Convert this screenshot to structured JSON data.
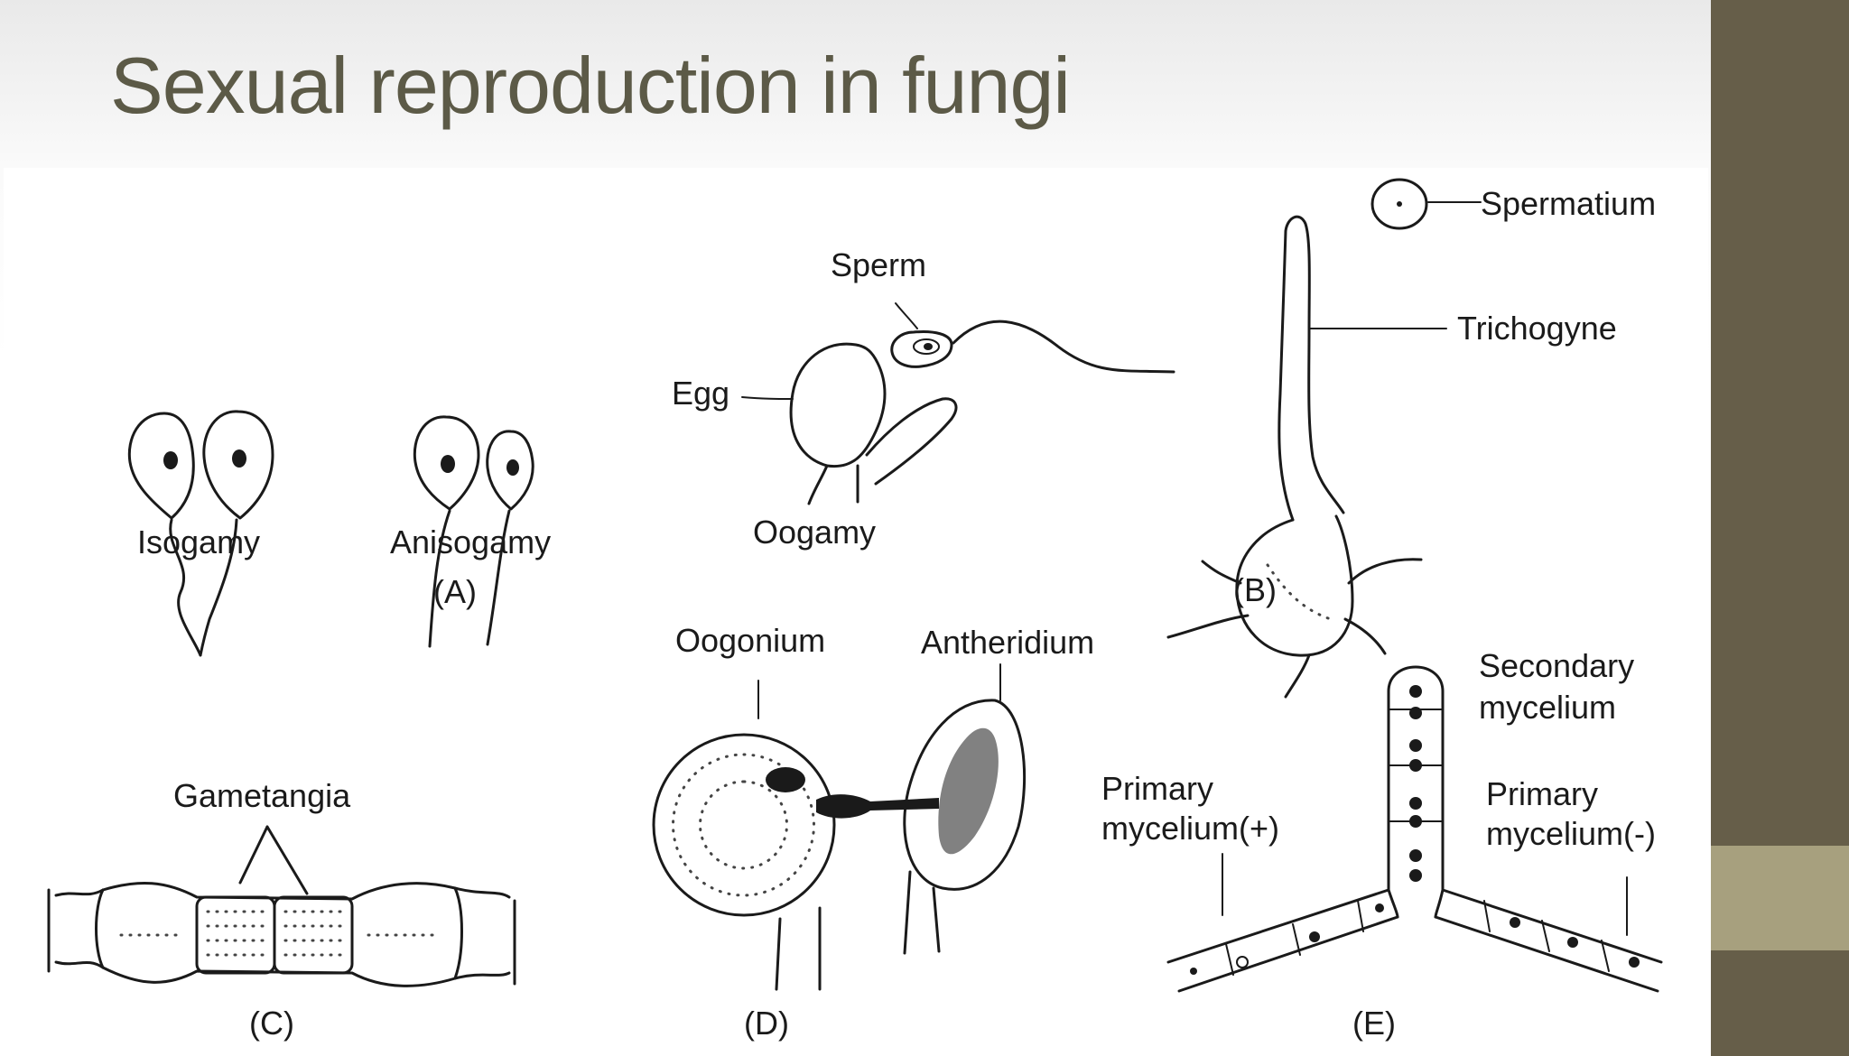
{
  "slide": {
    "title": "Sexual reproduction in fungi",
    "colors": {
      "title": "#5c5a47",
      "sidebar": "#665e49",
      "accent": "#a7a07e"
    }
  },
  "figure": {
    "panel_a": {
      "isogamy": "Isogamy",
      "anisogamy": "Anisogamy",
      "tag": "(A)"
    },
    "panel_oogamy": {
      "sperm": "Sperm",
      "egg": "Egg",
      "oogamy": "Oogamy"
    },
    "panel_b": {
      "spermatium": "Spermatium",
      "trichogyne": "Trichogyne",
      "tag": "(B)"
    },
    "panel_c": {
      "gametangia": "Gametangia",
      "tag": "(C)"
    },
    "panel_d": {
      "oogonium": "Oogonium",
      "antheridium": "Antheridium",
      "tag": "(D)"
    },
    "panel_e": {
      "secondary_1": "Secondary",
      "secondary_2": "mycelium",
      "primary_plus_1": "Primary",
      "primary_plus_2": "mycelium(+)",
      "primary_minus_1": "Primary",
      "primary_minus_2": "mycelium(-)",
      "tag": "(E)"
    }
  }
}
